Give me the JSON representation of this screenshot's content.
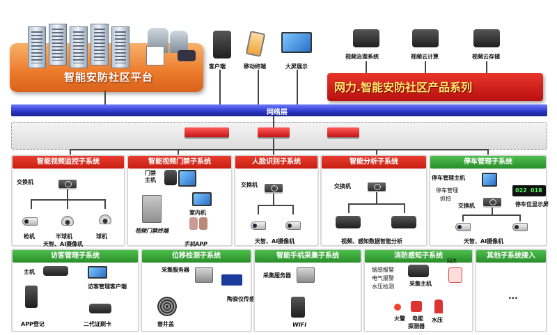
{
  "platform": {
    "title": "智能安防社区平台"
  },
  "top_devices": [
    {
      "label": "客户端"
    },
    {
      "label": "移动终端"
    },
    {
      "label": "大屏展示"
    }
  ],
  "cloud_services": [
    {
      "label": "视频治理系统"
    },
    {
      "label": "视频云计算"
    },
    {
      "label": "视频云存储"
    }
  ],
  "product_series": {
    "title": "网力.智能安防社区产品系列"
  },
  "network": {
    "label": "网络层"
  },
  "subsystems": {
    "video": {
      "title": "智能视频监控子系统",
      "switch": "交换机",
      "cam1": "枪机",
      "cam2": "半球机",
      "cam3": "球机",
      "cam4": "天智、AI摄像机"
    },
    "door": {
      "title": "智能视频门禁子系统",
      "host": "门禁\n主机",
      "device": "视频门禁终端",
      "app": "手机APP",
      "extra": "室内机"
    },
    "face": {
      "title": "人脸识别子系统",
      "switch": "交换机",
      "cam": "天智、AI摄像机"
    },
    "analysis": {
      "title": "智能分析子系统",
      "switch": "交换机",
      "desc": "视频、感知数据智能分析"
    },
    "parking": {
      "title": "停车管理子系统",
      "host": "停车管理主机",
      "item1": "停车管理",
      "item2": "抓拍",
      "switch": "交换机",
      "display": "停车位显示屏",
      "cam": "天智、AI摄像机",
      "num1": "022",
      "num2": "018"
    },
    "visitor": {
      "title": "访客管理子系统",
      "host": "主机",
      "client": "访客管理客户端",
      "app": "APP登记",
      "card": "二代证刷卡"
    },
    "detect": {
      "title": "位移检测子系统",
      "server": "采集服务器",
      "sensor": "陶瓷仪传感器",
      "well": "窨井盖"
    },
    "phone": {
      "title": "智能手机采集子系统",
      "server": "采集服务器",
      "wifi": "WIFI"
    },
    "fire": {
      "title": "消防感知子系统",
      "alarm1": "烟感报警",
      "alarm2": "电气报警",
      "alarm3": "水压检测",
      "host": "采集主机",
      "gateway": "网关",
      "fire": "火警",
      "power": "电能",
      "water": "水压",
      "sprinkler": "探测器"
    },
    "other": {
      "title": "其他子系统接入",
      "dots": "..."
    }
  }
}
